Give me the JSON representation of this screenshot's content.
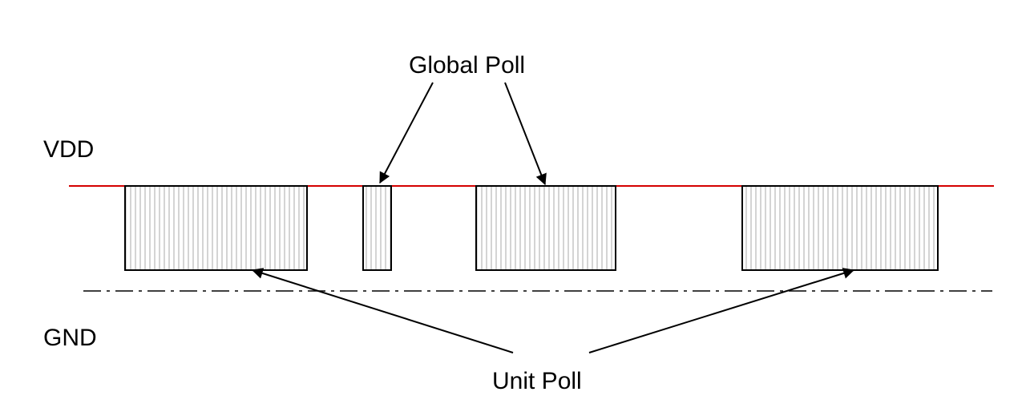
{
  "labels": {
    "vdd": "VDD",
    "gnd": "GND",
    "global_poll": "Global Poll",
    "unit_poll": "Unit Poll"
  },
  "colors": {
    "vdd_line": "#d40000",
    "gnd_line": "#000000",
    "block_border": "#000000",
    "hatch": "#b8b8b8",
    "text": "#000000"
  },
  "blocks": [
    {
      "id": "block-1"
    },
    {
      "id": "block-2"
    },
    {
      "id": "block-3"
    },
    {
      "id": "block-4"
    }
  ]
}
